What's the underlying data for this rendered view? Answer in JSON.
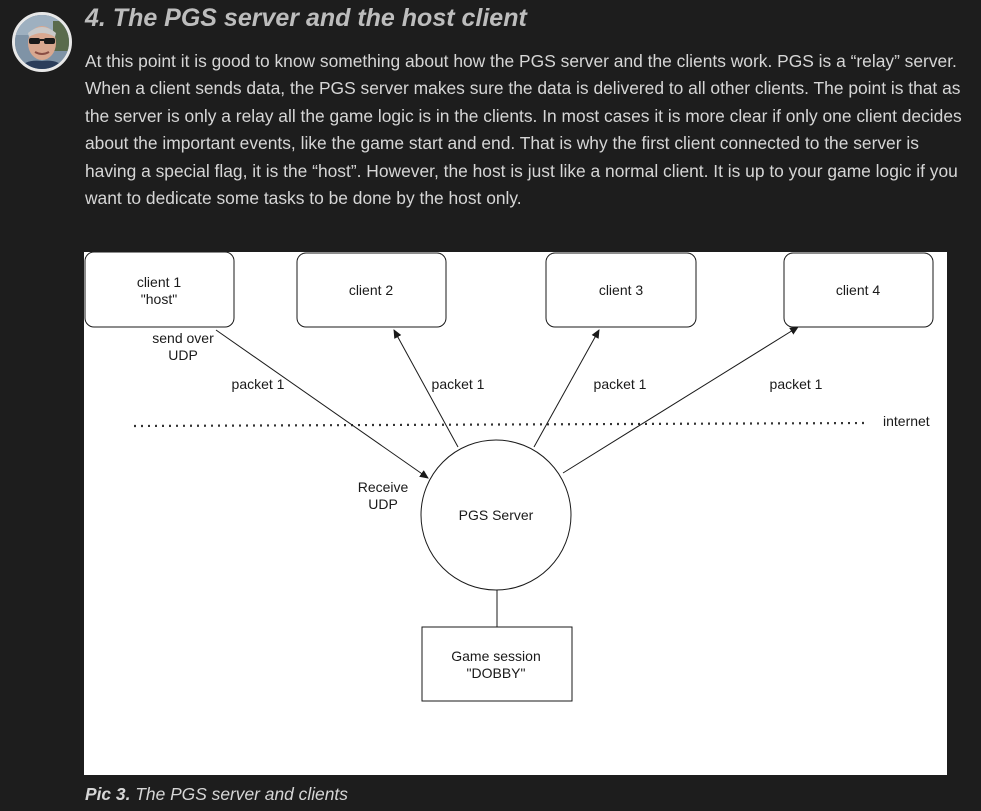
{
  "article": {
    "heading": "4. The PGS server and the host client",
    "body": "At this point it is good to know something about how the PGS server and the clients work. PGS is a “relay” server. When a client sends data, the PGS server makes sure the data is delivered to all other clients. The point is that as the server is only a relay all the game logic is in the clients. In most cases it is more clear if only one client decides about the important events, like the game start and end. That is why the first client connected to the server is having a special flag, it is the “host”. However, the host is just like a normal client. It is up to your game logic if you want to dedicate some tasks to be done by the host only."
  },
  "diagram": {
    "client1_line1": "client 1",
    "client1_line2": "\"host\"",
    "client2": "client 2",
    "client3": "client 3",
    "client4": "client 4",
    "send_line1": "send over",
    "send_line2": "UDP",
    "packet1": "packet 1",
    "packet2": "packet 1",
    "packet3": "packet 1",
    "packet4": "packet 1",
    "internet": "internet",
    "receive_line1": "Receive",
    "receive_line2": "UDP",
    "server": "PGS Server",
    "session_line1": "Game session",
    "session_line2": "\"DOBBY\""
  },
  "caption": {
    "prefix": "Pic 3.",
    "text": " The PGS server and clients"
  }
}
